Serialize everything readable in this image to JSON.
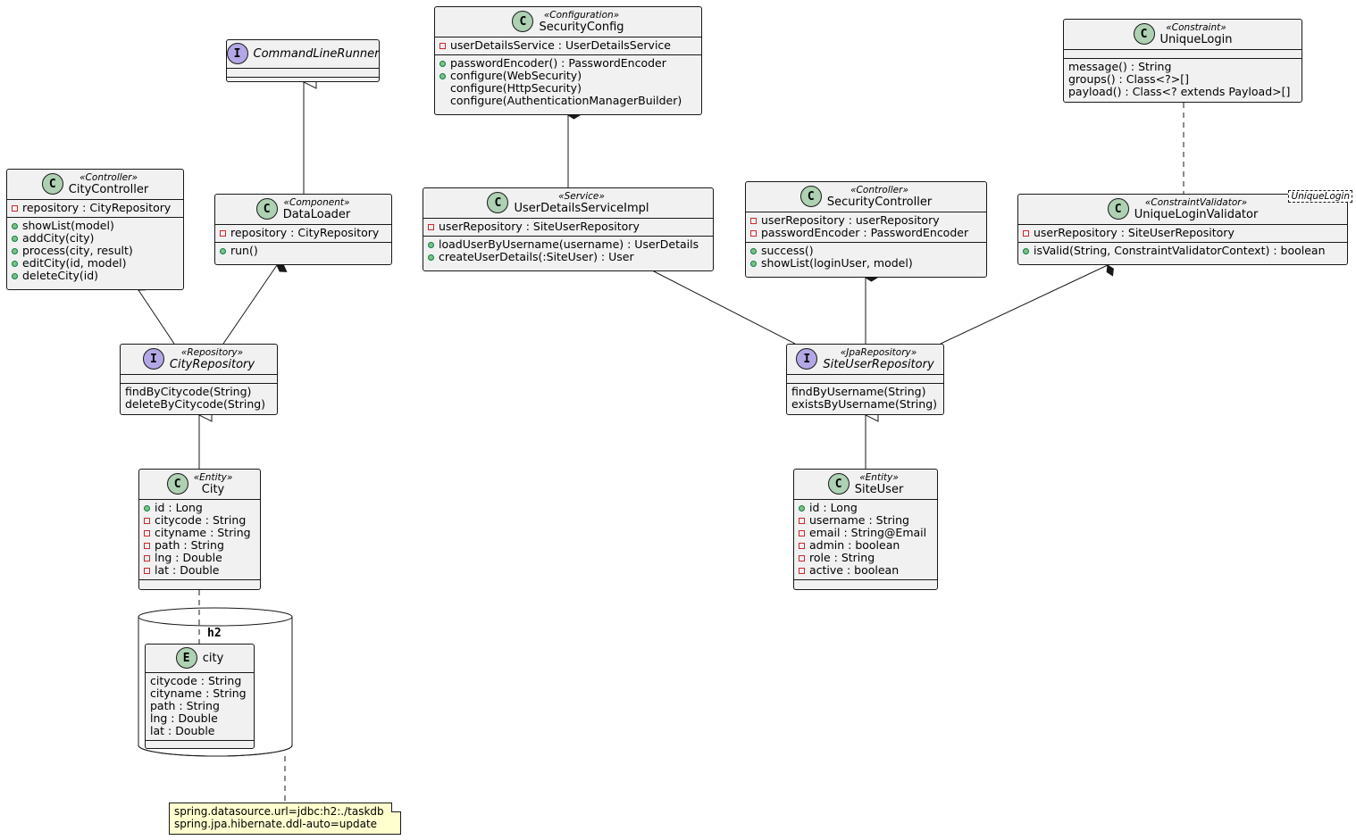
{
  "boxes": {
    "command_line_runner": {
      "icon": "I",
      "name": "CommandLineRunner",
      "stereotype": "",
      "fields": [],
      "methods": []
    },
    "security_config": {
      "icon": "C",
      "name": "SecurityConfig",
      "stereotype": "«Configuration»",
      "fields": [
        {
          "vis": "private",
          "text": "userDetailsService : UserDetailsService"
        }
      ],
      "methods": [
        {
          "vis": "public",
          "text": "passwordEncoder() : PasswordEncoder"
        },
        {
          "vis": "public",
          "text": "configure(WebSecurity)"
        },
        {
          "vis": "none",
          "text": "configure(HttpSecurity)"
        },
        {
          "vis": "none",
          "text": "configure(AuthenticationManagerBuilder)"
        }
      ]
    },
    "unique_login": {
      "icon": "C",
      "name": "UniqueLogin",
      "stereotype": "«Constraint»",
      "fields": [],
      "methods": [
        {
          "vis": "none",
          "text": "message() : String"
        },
        {
          "vis": "none",
          "text": "groups() : Class<?>[]"
        },
        {
          "vis": "none",
          "text": "payload() : Class<? extends Payload>[]"
        }
      ]
    },
    "city_controller": {
      "icon": "C",
      "name": "CityController",
      "stereotype": "«Controller»",
      "fields": [
        {
          "vis": "private",
          "text": "repository : CityRepository"
        }
      ],
      "methods": [
        {
          "vis": "public",
          "text": "showList(model)"
        },
        {
          "vis": "public",
          "text": "addCity(city)"
        },
        {
          "vis": "public",
          "text": "process(city, result)"
        },
        {
          "vis": "public",
          "text": "editCity(id, model)"
        },
        {
          "vis": "public",
          "text": "deleteCity(id)"
        }
      ]
    },
    "data_loader": {
      "icon": "C",
      "name": "DataLoader",
      "stereotype": "«Component»",
      "fields": [
        {
          "vis": "private",
          "text": "repository : CityRepository"
        }
      ],
      "methods": [
        {
          "vis": "public",
          "text": "run()"
        }
      ]
    },
    "user_details_service_impl": {
      "icon": "C",
      "name": "UserDetailsServiceImpl",
      "stereotype": "«Service»",
      "fields": [
        {
          "vis": "private",
          "text": "userRepository : SiteUserRepository"
        }
      ],
      "methods": [
        {
          "vis": "public",
          "text": "loadUserByUsername(username) : UserDetails"
        },
        {
          "vis": "public",
          "text": "createUserDetails(:SiteUser) : User"
        }
      ]
    },
    "security_controller": {
      "icon": "C",
      "name": "SecurityController",
      "stereotype": "«Controller»",
      "fields": [
        {
          "vis": "private",
          "text": "userRepository : userRepository"
        },
        {
          "vis": "private",
          "text": "passwordEncoder : PasswordEncoder"
        }
      ],
      "methods": [
        {
          "vis": "public",
          "text": "success()"
        },
        {
          "vis": "public",
          "text": "showList(loginUser, model)"
        }
      ]
    },
    "unique_login_validator": {
      "icon": "C",
      "name": "UniqueLoginValidator",
      "stereotype": "«ConstraintValidator»",
      "template": "UniqueLogin",
      "fields": [
        {
          "vis": "private",
          "text": "userRepository : SiteUserRepository"
        }
      ],
      "methods": [
        {
          "vis": "public",
          "text": "isValid(String, ConstraintValidatorContext) : boolean"
        }
      ]
    },
    "city_repository": {
      "icon": "I",
      "name": "CityRepository",
      "stereotype": "«Repository»",
      "fields": [],
      "methods": [
        {
          "vis": "none",
          "text": "findByCitycode(String)"
        },
        {
          "vis": "none",
          "text": "deleteByCitycode(String)"
        }
      ]
    },
    "site_user_repository": {
      "icon": "I",
      "name": "SiteUserRepository",
      "stereotype": "«JpaRepository»",
      "fields": [],
      "methods": [
        {
          "vis": "none",
          "text": "findByUsername(String)"
        },
        {
          "vis": "none",
          "text": "existsByUsername(String)"
        }
      ]
    },
    "city": {
      "icon": "C",
      "name": "City",
      "stereotype": "«Entity»",
      "fields": [
        {
          "vis": "public",
          "text": "id : Long"
        },
        {
          "vis": "private",
          "text": "citycode : String"
        },
        {
          "vis": "private",
          "text": "cityname : String"
        },
        {
          "vis": "private",
          "text": "path : String"
        },
        {
          "vis": "private",
          "text": "lng : Double"
        },
        {
          "vis": "private",
          "text": "lat : Double"
        }
      ],
      "methods": []
    },
    "site_user": {
      "icon": "C",
      "name": "SiteUser",
      "stereotype": "«Entity»",
      "fields": [
        {
          "vis": "public",
          "text": "id : Long"
        },
        {
          "vis": "private",
          "text": "username : String"
        },
        {
          "vis": "private",
          "text": "email : String@Email"
        },
        {
          "vis": "private",
          "text": "admin : boolean"
        },
        {
          "vis": "private",
          "text": "role : String"
        },
        {
          "vis": "private",
          "text": "active : boolean"
        }
      ],
      "methods": []
    },
    "city_entity": {
      "icon": "E",
      "name": "city",
      "stereotype": "",
      "fields": [
        {
          "vis": "none",
          "text": "citycode : String"
        },
        {
          "vis": "none",
          "text": "cityname : String"
        },
        {
          "vis": "none",
          "text": "path : String"
        },
        {
          "vis": "none",
          "text": "lng : Double"
        },
        {
          "vis": "none",
          "text": "lat : Double"
        }
      ],
      "methods": []
    }
  },
  "database": {
    "label": "h2"
  },
  "note": {
    "lines": [
      "spring.datasource.url=jdbc:h2:./taskdb",
      "spring.jpa.hibernate.ddl-auto=update"
    ]
  },
  "colors": {
    "box_fill": "#f1f1f1",
    "border": "#181818",
    "class_icon": "#add1b2",
    "interface_icon": "#b4a7e5",
    "note_fill": "#fefece",
    "public_marker": "#84be84",
    "private_marker": "#c82930"
  }
}
